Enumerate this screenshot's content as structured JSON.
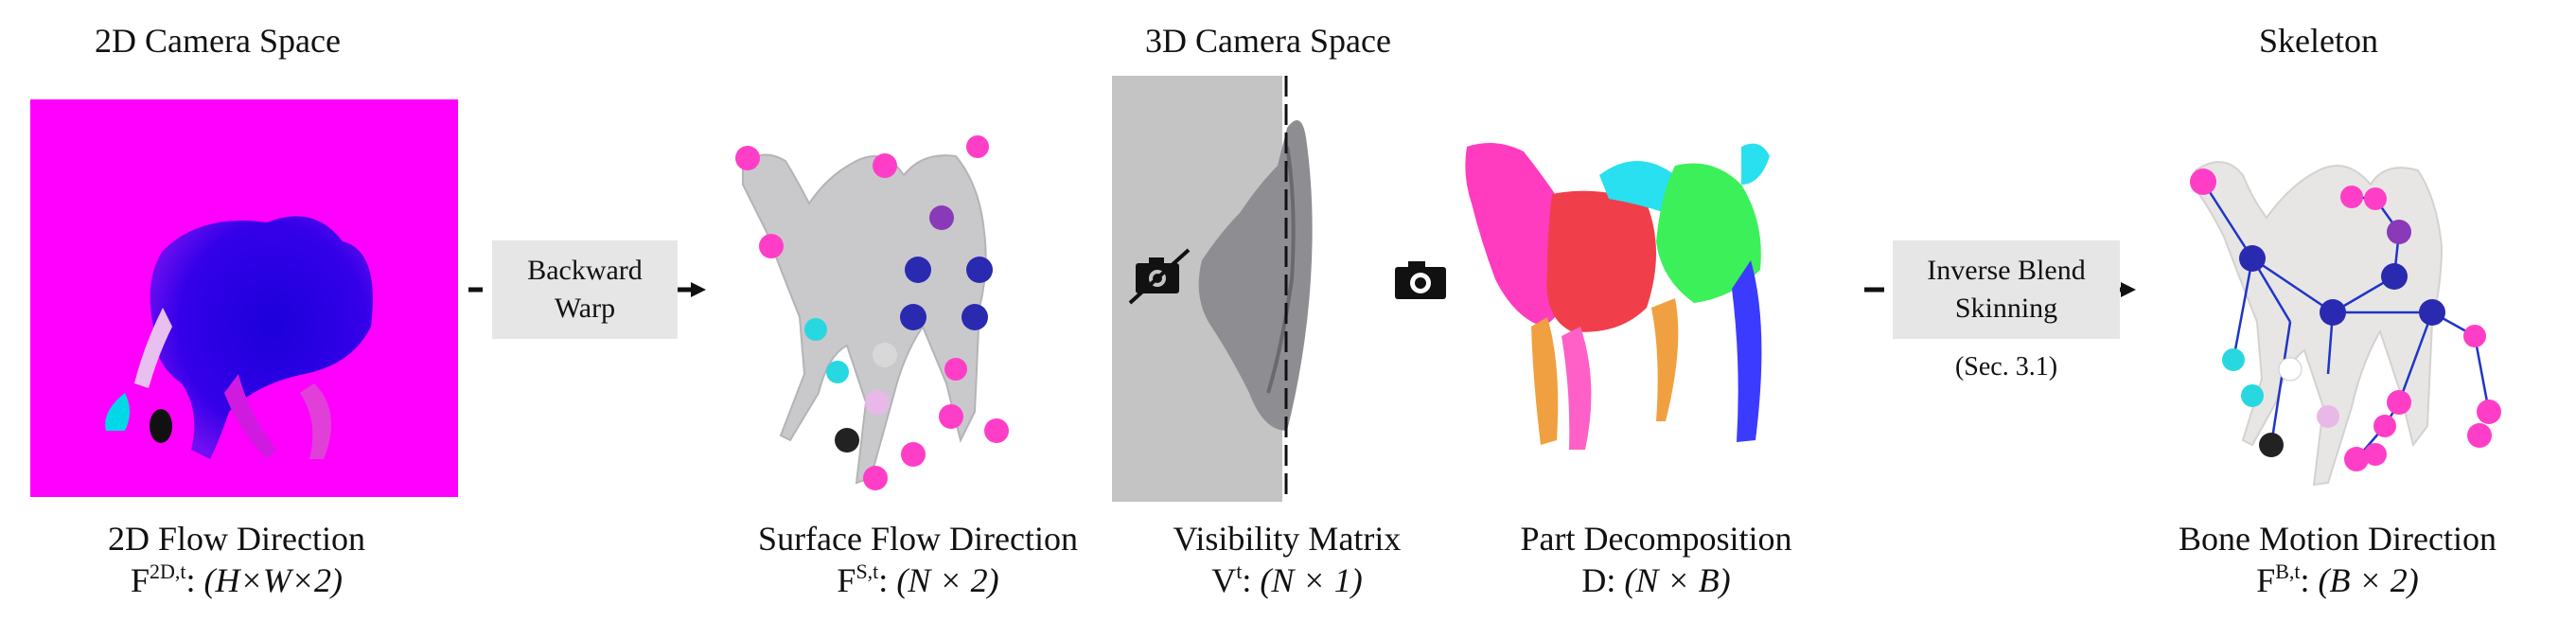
{
  "headers": {
    "camera2d": "2D Camera Space",
    "camera3d": "3D Camera Space",
    "skeleton": "Skeleton"
  },
  "steps": {
    "warp_line1": "Backward",
    "warp_line2": "Warp",
    "lbs_line1": "Inverse Blend",
    "lbs_line2": "Skinning",
    "lbs_note": "(Sec. 3.1)"
  },
  "captions": {
    "flow2d": {
      "title": "2D Flow Direction",
      "sym": "F",
      "sup": "2D,t",
      "dims": "(H×W×2)"
    },
    "surface": {
      "title": "Surface Flow Direction",
      "sym": "F",
      "sup": "S,t",
      "dims": "(N × 2)"
    },
    "visibility": {
      "title": "Visibility Matrix",
      "sym": "V",
      "sup": "t",
      "dims": "(N × 1)"
    },
    "part": {
      "title": "Part Decomposition",
      "sym": "D",
      "sup": "",
      "dims": "(N × B)"
    },
    "bone": {
      "title": "Bone Motion Direction",
      "sym": "F",
      "sup": "B,t",
      "dims": "(B × 2)"
    }
  },
  "colors": {
    "flow_bg": "#ff00ff",
    "flow_body": "#1a00e6",
    "mesh": "#c9c9cc",
    "panel_gray": "#c4c4c4",
    "box_bg": "#e6e6e6",
    "bone_line": "#1f35c8"
  }
}
